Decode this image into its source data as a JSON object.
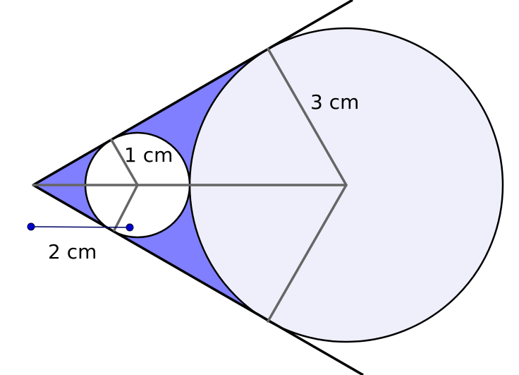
{
  "labels": {
    "big_radius": "3 cm",
    "small_radius": "1 cm",
    "distance": "2 cm"
  },
  "colors": {
    "shaded_region": "#7f7fff",
    "big_circle_fill": "#efeffc",
    "small_circle_fill": "#ffffff",
    "segment_gray": "#666666",
    "outline_black": "#000000",
    "point_blue": "#0000cc",
    "measure_line": "#000066"
  }
}
